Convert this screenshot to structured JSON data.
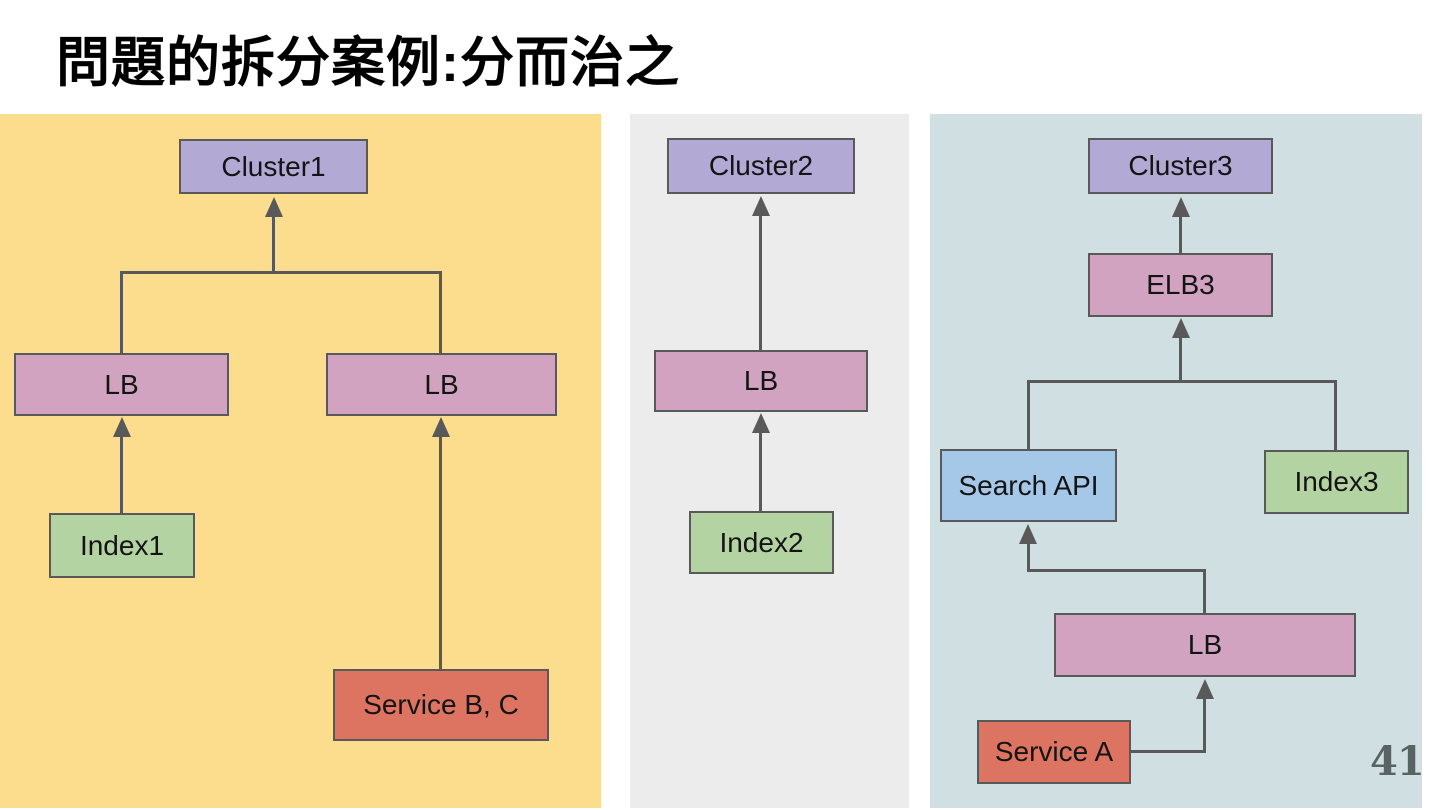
{
  "title": "問題的拆分案例:分而治之",
  "page_number": "41",
  "colors": {
    "panel1_bg": "#fcdd8e",
    "panel2_bg": "#ececec",
    "panel3_bg": "#d0dfe1",
    "cluster_fill": "#b3a9d5",
    "lb_fill": "#d1a3c1",
    "index_fill": "#b4d3a3",
    "api_fill": "#a5c8e9",
    "service_fill": "#dd7462",
    "connector": "#595959",
    "page_number_color": "#596363"
  },
  "diagram": {
    "panel1": {
      "cluster": "Cluster1",
      "lb_left": "LB",
      "lb_right": "LB",
      "index": "Index1",
      "service": "Service B, C"
    },
    "panel2": {
      "cluster": "Cluster2",
      "lb": "LB",
      "index": "Index2"
    },
    "panel3": {
      "cluster": "Cluster3",
      "elb": "ELB3",
      "search_api": "Search API",
      "index": "Index3",
      "lb": "LB",
      "service": "Service A"
    }
  }
}
